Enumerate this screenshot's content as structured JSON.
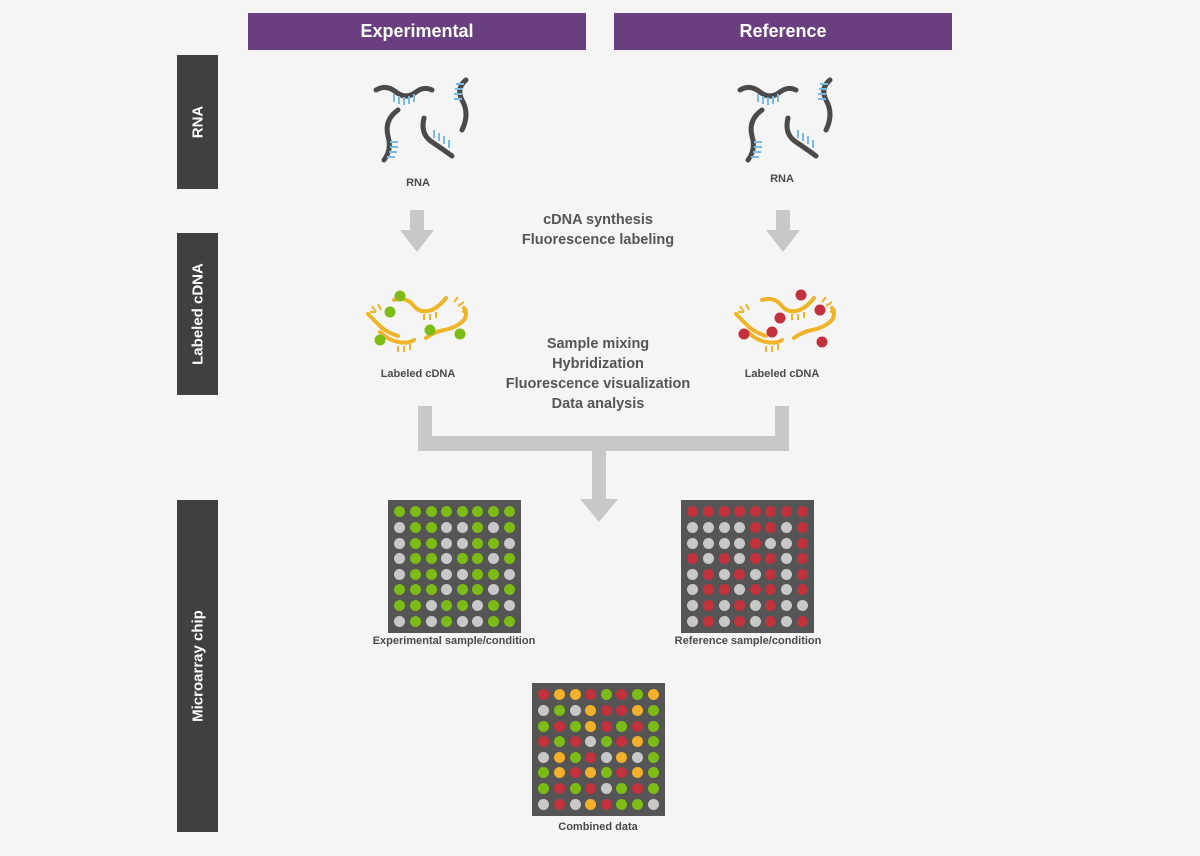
{
  "headers": {
    "experimental": "Experimental",
    "reference": "Reference"
  },
  "side_labels": {
    "rna": "RNA",
    "labeled_cdna": "Labeled cDNA",
    "microarray_chip": "Microarray chip"
  },
  "captions": {
    "rna_left": "RNA",
    "rna_right": "RNA",
    "cdna_left": "Labeled cDNA",
    "cdna_right": "Labeled cDNA",
    "exp_chip": "Experimental sample/condition",
    "ref_chip": "Reference sample/condition",
    "combined": "Combined data"
  },
  "steps": {
    "synthesis": [
      "cDNA synthesis",
      "Fluorescence labeling"
    ],
    "processing": [
      "Sample mixing",
      "Hybridization",
      "Fluorescence visualization",
      "Data analysis"
    ]
  },
  "colors": {
    "header_bg": "#6a3f7f",
    "side_bg": "#404040",
    "rna_strand": "#4a4a4a",
    "rna_bases": "#7ab8e6",
    "cdna_strand": "#f0b429",
    "green": "#7dbb15",
    "red": "#c3313c",
    "yellow": "#f2b02b",
    "grey": "#c8c8c8",
    "arrow": "#c8c8c8",
    "chip_bg": "#555555"
  },
  "chips": {
    "experimental": [
      "GGGGGGGG",
      "sGGssGsG",
      "sGGssGGs",
      "sGGsGGsG",
      "sGGssGGs",
      "GGGsGGsG",
      "GGsGGsGs",
      "sGsGssGG"
    ],
    "reference": [
      "RRRRRRRR",
      "ssssRRsR",
      "ssssRssR",
      "RsRsRRsR",
      "sRsRsRsR",
      "sRRsRRsR",
      "sRsRsRss",
      "sRsRsRsR"
    ],
    "combined": [
      "RYYRGRGY",
      "sGsYRRYG",
      "GRGYRGRG",
      "RGRsGRYG",
      "sYGRsYsG",
      "GYRYGRYG",
      "GRGRsGRG",
      "sRsYRGGs"
    ]
  }
}
